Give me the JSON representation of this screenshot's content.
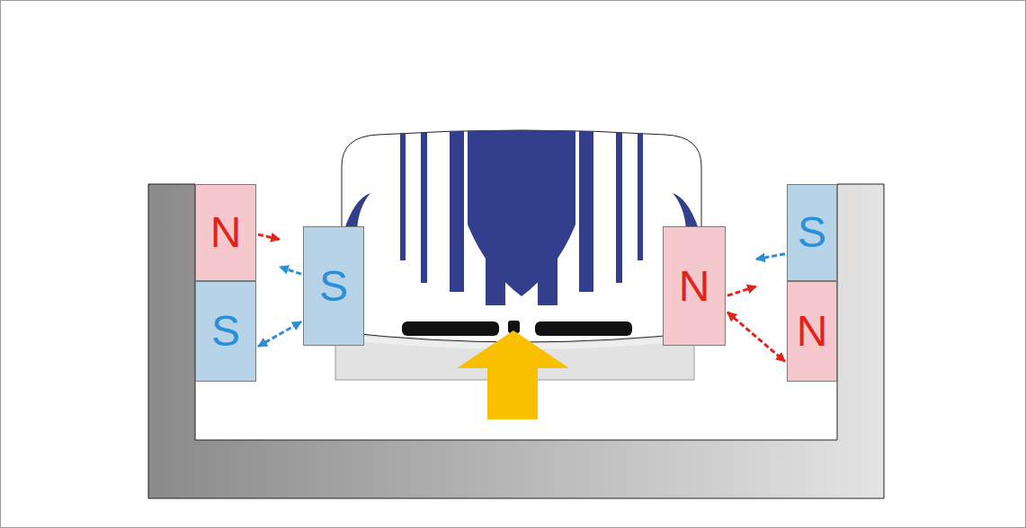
{
  "diagram": {
    "nodes": [
      {
        "text": [
          "N"
        ]
      },
      {
        "text": [
          "S"
        ]
      },
      {
        "text": [
          "S"
        ]
      },
      {
        "text": [
          "N"
        ]
      },
      {
        "text": [
          "S"
        ]
      },
      {
        "text": [
          "N"
        ]
      }
    ],
    "edges": [
      {
        "from": 0,
        "to": 2,
        "arrow": "to"
      },
      {
        "from": 2,
        "to": 0,
        "arrow": "to"
      },
      {
        "from": 1,
        "to": 2,
        "arrow": "both"
      },
      {
        "from": 4,
        "to": 3,
        "arrow": "to"
      },
      {
        "from": 3,
        "to": 4,
        "arrow": "to"
      },
      {
        "from": 3,
        "to": 5,
        "arrow": "both"
      }
    ]
  }
}
